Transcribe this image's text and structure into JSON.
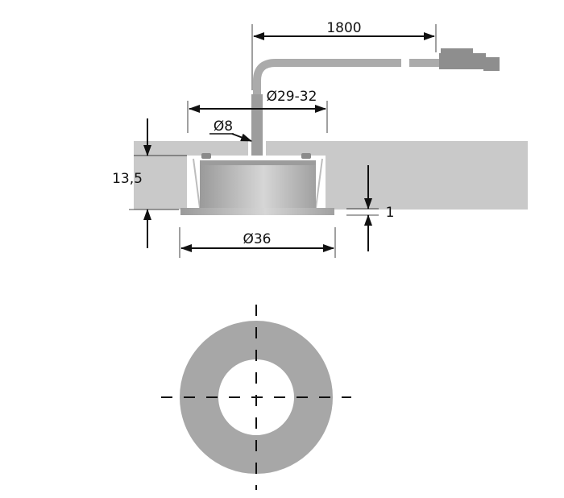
{
  "dimensions": {
    "cable_length": "1800",
    "cutout_diameter": "Ø29-32",
    "cable_diameter": "Ø8",
    "height": "13,5",
    "flange_thickness": "1",
    "flange_diameter": "Ø36"
  },
  "colors": {
    "panel": "#c8c8c8",
    "cable": "#a9a9a9",
    "ring": "#a7a7a7",
    "lines": "#111111"
  }
}
